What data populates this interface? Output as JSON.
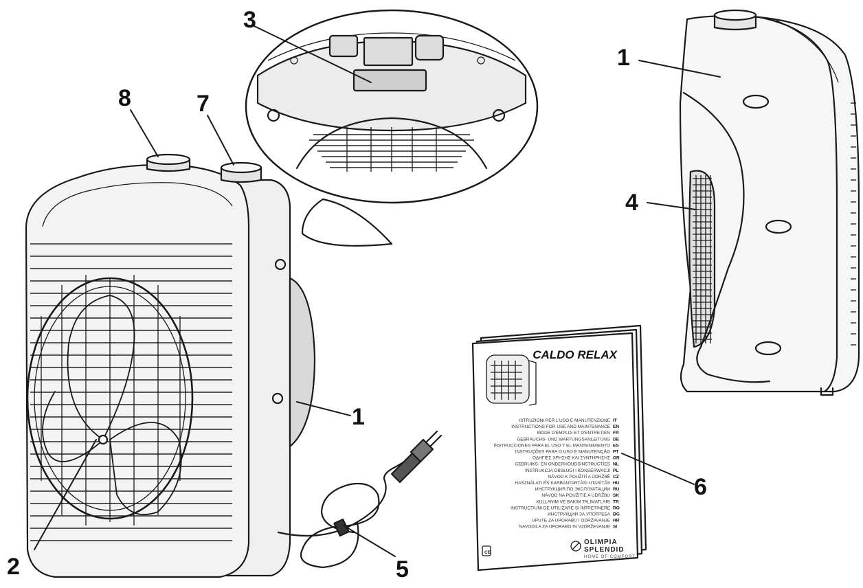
{
  "callouts": [
    {
      "id": "c8",
      "text": "8"
    },
    {
      "id": "c7",
      "text": "7"
    },
    {
      "id": "c3",
      "text": "3"
    },
    {
      "id": "c1a",
      "text": "1"
    },
    {
      "id": "c2",
      "text": "2"
    },
    {
      "id": "c5",
      "text": "5"
    },
    {
      "id": "c1b",
      "text": "1"
    },
    {
      "id": "c4",
      "text": "4"
    },
    {
      "id": "c6",
      "text": "6"
    }
  ],
  "manual": {
    "title": "CALDO RELAX",
    "lines": [
      {
        "text": "ISTRUZIONI PER L'USO E MANUTENZIONE",
        "code": "IT"
      },
      {
        "text": "INSTRUCTIONS FOR USE AND MAINTENANCE",
        "code": "EN"
      },
      {
        "text": "MODE D'EMPLOI ET D'ENTRETIEN",
        "code": "FR"
      },
      {
        "text": "GEBRAUCHS- UND WARTUNGSANLEITUNG",
        "code": "DE"
      },
      {
        "text": "INSTRUCCIONES PARA EL USO Y EL MANTENIMIENTO",
        "code": "ES"
      },
      {
        "text": "INSTRUÇÕES PARA O USO E MANUTENÇÃO",
        "code": "PT"
      },
      {
        "text": "ΟΔΗΓΙΕΣ ΧΡΗΣΗΣ ΚΑΙ ΣΥΝΤΗΡΗΣΗΣ",
        "code": "GR"
      },
      {
        "text": "GEBRUIKS- EN ONDERHOUDSINSTRUCTIES",
        "code": "NL"
      },
      {
        "text": "INSTRUKCJA OBSŁUGI I KONSERWACJI",
        "code": "PL"
      },
      {
        "text": "NÁVOD K POUŽITÍ A ÚDRŽBĚ",
        "code": "CZ"
      },
      {
        "text": "HASZNÁLATI ÉS KARBANTARTÁSI UTASÍTÁS",
        "code": "HU"
      },
      {
        "text": "ИНСТРУКЦИЯ ПО ЭКСПЛУАТАЦИИ",
        "code": "RU"
      },
      {
        "text": "NÁVOD NA POUŽITIE A ÚDRŽBU",
        "code": "SK"
      },
      {
        "text": "KULLANIM VE BAKIM TALİMATLARI",
        "code": "TR"
      },
      {
        "text": "INSTRUCȚIUNI DE UTILIZARE ȘI ÎNTREȚINERE",
        "code": "RO"
      },
      {
        "text": "ИНСТРУКЦИИ ЗА УПОТРЕБА",
        "code": "BG"
      },
      {
        "text": "UPUTE ZA UPORABU I ODRŽAVANJE",
        "code": "HR"
      },
      {
        "text": "NAVODILA ZA UPORABO IN VZDRŽEVANJE",
        "code": "SI"
      }
    ],
    "brand_line1": "OLIMPIA",
    "brand_line2": "SPLENDID",
    "brand_sub": "HOME OF COMFORT"
  }
}
